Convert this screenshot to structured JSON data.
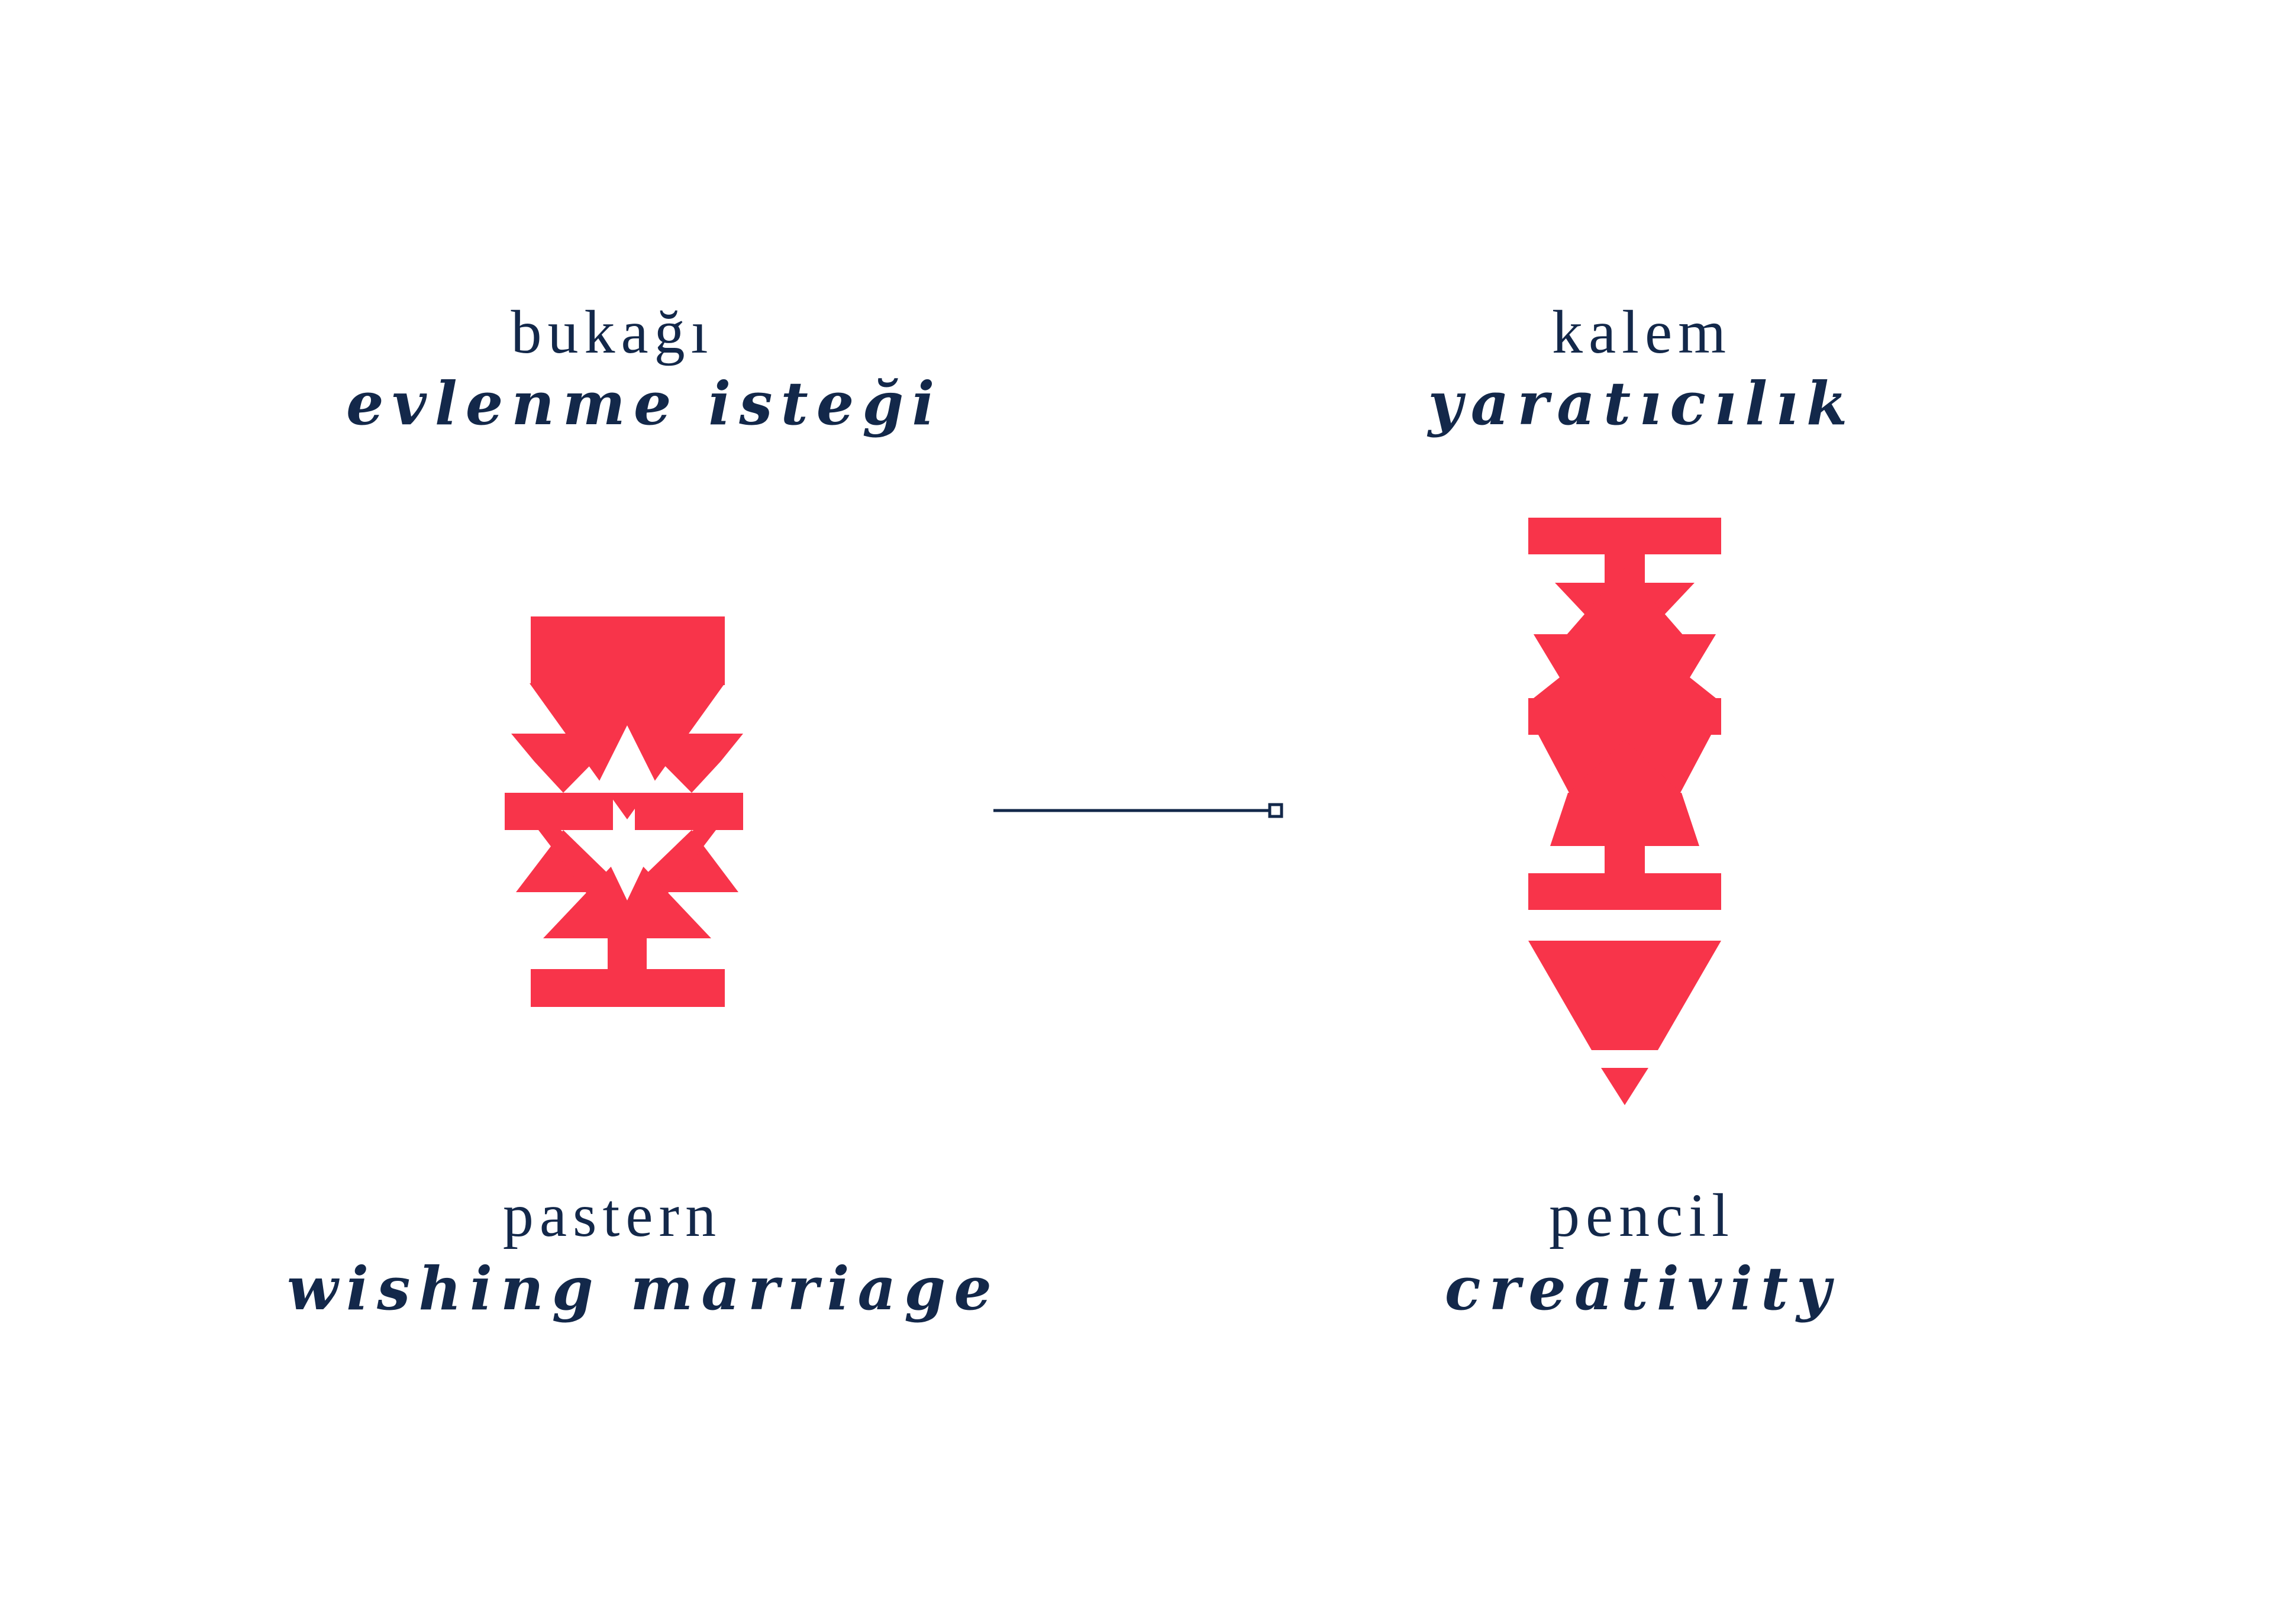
{
  "colors": {
    "background": "#ffffff",
    "text": "#13284a",
    "motif": "#f8344a"
  },
  "left": {
    "turkish_name": "bukağı",
    "turkish_meaning": "evlenme isteği",
    "english_name": "pastern",
    "english_meaning": "wishing marriage",
    "icon": "bukagi-motif"
  },
  "right": {
    "turkish_name": "kalem",
    "turkish_meaning": "yaratıcılık",
    "english_name": "pencil",
    "english_meaning": "creativity",
    "icon": "kalem-pencil-motif"
  },
  "connector": {
    "icon": "connector-line-with-square-handle"
  }
}
